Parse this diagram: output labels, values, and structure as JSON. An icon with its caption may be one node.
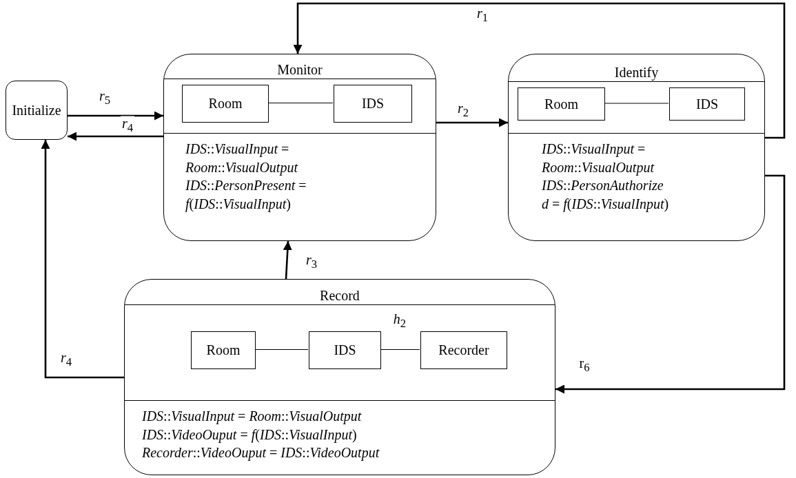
{
  "diagram": {
    "nodes": [
      {
        "text": [
          "Initialize"
        ]
      },
      {
        "text": [
          "Monitor",
          "*IDS*::*VisualInput* =",
          "*Room*::*VisualOutput*",
          "*IDS*::*PersonPresent* =",
          "*f*(*IDS*::*VisualInput*)"
        ]
      },
      {
        "text": [
          "Room"
        ],
        "in": 1
      },
      {
        "text": [
          "IDS"
        ],
        "in": 1
      },
      {
        "text": [
          "Identify",
          "*IDS*::*VisualInput* =",
          "*Room*::*VisualOutput*",
          "*IDS*::*PersonAuthorize*",
          "*d* = *f*(*IDS*::*VisualInput*)"
        ]
      },
      {
        "text": [
          "Room"
        ],
        "in": 4
      },
      {
        "text": [
          "IDS"
        ],
        "in": 4
      },
      {
        "text": [
          "Record",
          "*IDS*::*VisualInput* = *Room*::*VisualOutput*",
          "*IDS*::*VideoOuput* = *f*(*IDS*::*VisualInput*)",
          "*Recorder*::*VideoOuput* = *IDS*::*VideoOutput*"
        ]
      },
      {
        "text": [
          "Room"
        ],
        "in": 7
      },
      {
        "text": [
          "IDS"
        ],
        "in": 7
      },
      {
        "text": [
          "Recorder"
        ],
        "in": 7
      }
    ],
    "edges": [
      {
        "from": 2,
        "to": 3,
        "arrow": "none"
      },
      {
        "from": 5,
        "to": 6,
        "arrow": "none"
      },
      {
        "from": 8,
        "to": 9,
        "arrow": "none"
      },
      {
        "from": 9,
        "to": 10,
        "arrow": "none",
        "label": "*h*$_{2}$"
      },
      {
        "from": 0,
        "to": 1,
        "arrow": "to",
        "label": "*r*$_{5}$"
      },
      {
        "from": 1,
        "to": 0,
        "arrow": "to",
        "label": "*r*$_{4}$"
      },
      {
        "from": 1,
        "to": 4,
        "arrow": "to",
        "label": "*r*$_{2}$"
      },
      {
        "from": 4,
        "to": 1,
        "arrow": "to",
        "label": "*r*$_{1}$"
      },
      {
        "from": 7,
        "to": 1,
        "arrow": "to",
        "label": "*r*$_{3}$"
      },
      {
        "from": 7,
        "to": 0,
        "arrow": "to",
        "label": "*r*$_{4}$"
      },
      {
        "from": 4,
        "to": 7,
        "arrow": "to",
        "label": "r$_{6}$"
      }
    ]
  }
}
